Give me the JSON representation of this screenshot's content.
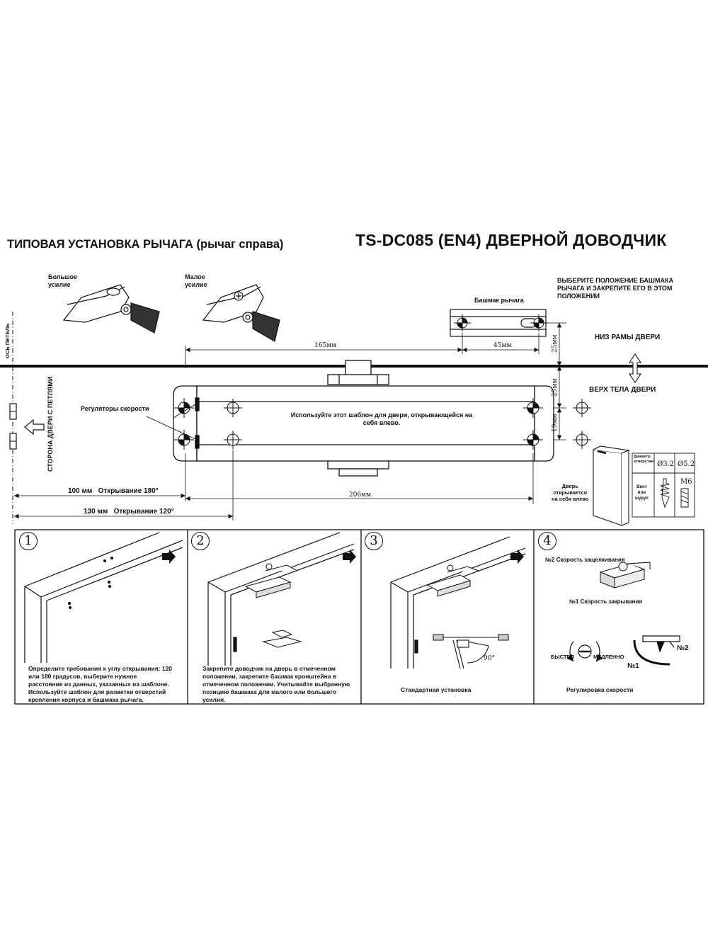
{
  "header": {
    "title_left": "ТИПОВАЯ УСТАНОВКА РЫЧАГА (рычаг справа)",
    "title_right": "TS-DC085 (EN4) ДВЕРНОЙ ДОВОДЧИК"
  },
  "template": {
    "force_large": "Большое\nусилие",
    "force_small": "Малое\nусилие",
    "shoe_instruction": "ВЫБЕРИТЕ ПОЛОЖЕНИЕ БАШМАКА\nРЫЧАГА И ЗАКРЕПИТЕ ЕГО В ЭТОМ\nПОЛОЖЕНИИ",
    "shoe_label": "Башмак рычага",
    "frame_bottom": "НИЗ РАМЫ ДВЕРИ",
    "door_top": "ВЕРХ ТЕЛА ДВЕРИ",
    "hinge_axis": "ОСЬ ПЕТЕЛЬ",
    "hinge_side": "СТОРОНА ДВЕРИ С ПЕТЛЯМИ",
    "speed_regulators": "Регуляторы скорости",
    "template_note": "Используйте этот шаблон для двери, открывающейся на\nсебя влево.",
    "door_opens_note": "Дверь\nоткрывается\nна себя влево",
    "dim_165": "165мм",
    "dim_45": "45мм",
    "dim_25a": "25мм",
    "dim_25b": "25мм",
    "dim_19": "19мм",
    "dim_206": "206мм",
    "open_180": "100 мм   Открывание 180°",
    "open_120": "130 мм   Открывание 120°",
    "hole_table": {
      "header": "Диаметр\nотверстия",
      "col1": "Ø3.2",
      "col2": "Ø5.2",
      "row_label": "Винт\nили\nшуруп",
      "m6": "M6"
    }
  },
  "steps": [
    {
      "num": "1",
      "text": "Определите требования к углу открывания: 120\nили 180 градусов, выберите нужное\nрасстояние из данных, указанных на шаблоне.\nИспользуйте шаблон для разметки отверстий\nкрепления корпуса и башмака рычага."
    },
    {
      "num": "2",
      "text": "Закрепите доводчик на дверь в отмеченном\nположении, закрепите башмак кронштейна в\nотмеченном положении. Учитывайте выбранную\nпозицию башмака для малого или большего\nусилия."
    },
    {
      "num": "3",
      "text": "Стандартная установка",
      "angle": "90°"
    },
    {
      "num": "4",
      "text": "Регулировка скорости",
      "latch_speed": "№2 Скорость защелкивания",
      "close_speed": "№1 Скорость закрывания",
      "fast": "БЫСТРО",
      "slow": "МЕДЛЕННО",
      "n2": "№2",
      "n1": "№1"
    }
  ]
}
